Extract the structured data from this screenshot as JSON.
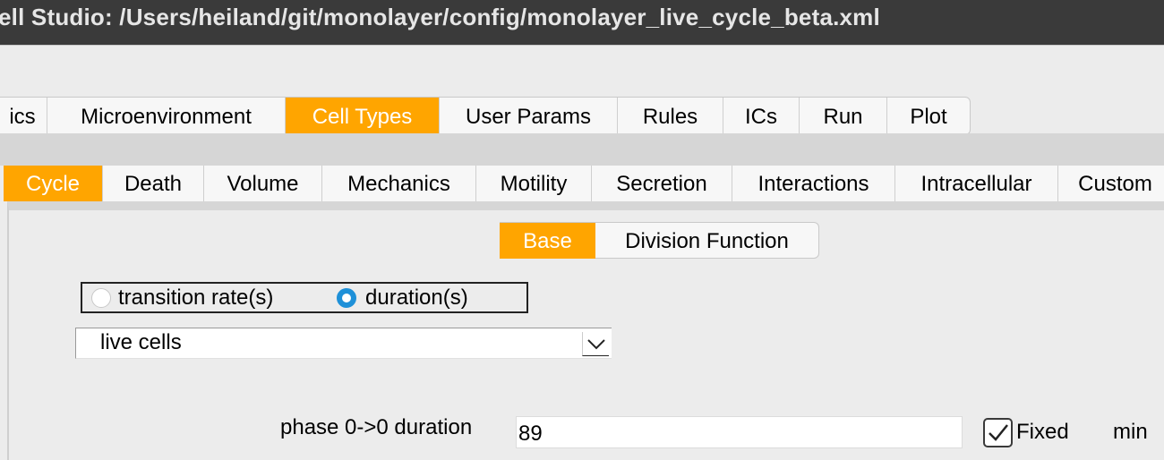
{
  "window": {
    "title": "ell Studio: /Users/heiland/git/monolayer/config/monolayer_live_cycle_beta.xml"
  },
  "main_tabs": [
    {
      "label": "ics",
      "active": false
    },
    {
      "label": "Microenvironment",
      "active": false
    },
    {
      "label": "Cell Types",
      "active": true
    },
    {
      "label": "User Params",
      "active": false
    },
    {
      "label": "Rules",
      "active": false
    },
    {
      "label": "ICs",
      "active": false
    },
    {
      "label": "Run",
      "active": false
    },
    {
      "label": "Plot",
      "active": false
    }
  ],
  "sub_tabs": [
    {
      "label": "Cycle",
      "active": true
    },
    {
      "label": "Death",
      "active": false
    },
    {
      "label": "Volume",
      "active": false
    },
    {
      "label": "Mechanics",
      "active": false
    },
    {
      "label": "Motility",
      "active": false
    },
    {
      "label": "Secretion",
      "active": false
    },
    {
      "label": "Interactions",
      "active": false
    },
    {
      "label": "Intracellular",
      "active": false
    },
    {
      "label": "Custom",
      "active": false
    }
  ],
  "cycle": {
    "segment": {
      "base_label": "Base",
      "division_label": "Division Function",
      "selected": "Base"
    },
    "mode": {
      "rate_label": "transition rate(s)",
      "duration_label": "duration(s)",
      "selected": "duration(s)"
    },
    "model_select": {
      "value": "live cells"
    },
    "phase": {
      "label": "phase 0->0 duration",
      "value": "89",
      "fixed_label": "Fixed",
      "fixed_checked": true,
      "unit": "min"
    }
  },
  "colors": {
    "accent": "#ffa500",
    "radio_selected": "#1e90d8",
    "titlebar": "#3a3a3a"
  }
}
